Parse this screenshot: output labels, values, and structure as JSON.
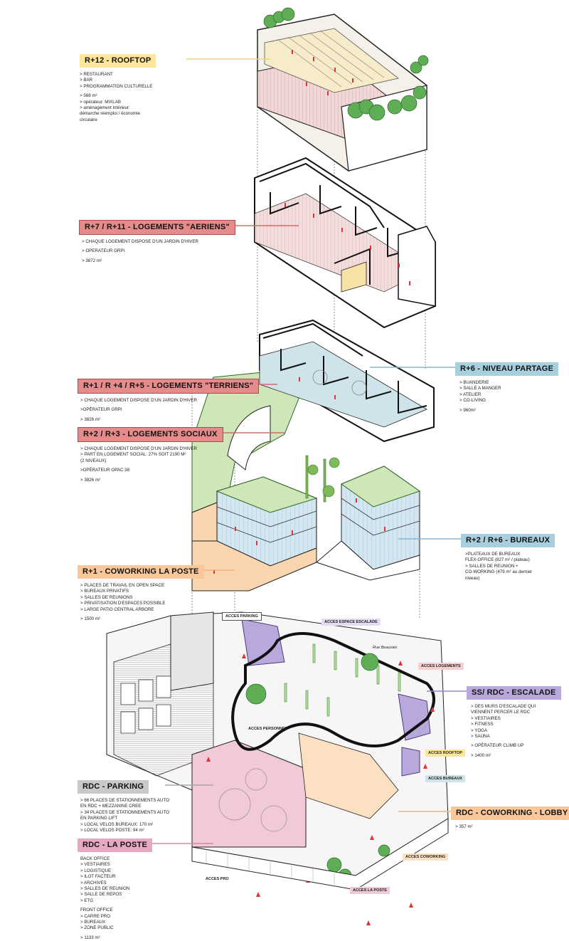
{
  "rooftop": {
    "title": "R+12 - ROOFTOP",
    "lines": [
      "> RESTAURANT",
      "> BAR",
      "> PROGRAMMATION CULTURELLE",
      "",
      "> 568 m²",
      "> opérateur: MIXLAB",
      "> aménagement intérieur:",
      "démarche réemploi / économie",
      "circulaire"
    ],
    "color": "#fde59a"
  },
  "logements_aeriens": {
    "title": "R+7 / R+11 - LOGEMENTS \"AERIENS\"",
    "lines": [
      "> CHAQUE LOGEMENT DISPOSE D'UN JARDIN D'HIVER",
      "",
      "> OPERATEUR GRPI",
      "",
      "> 3872 m²"
    ],
    "color": "#e58b8b"
  },
  "niveau_partage": {
    "title": "R+6 - NIVEAU PARTAGE",
    "lines": [
      "> BUANDERIE",
      "> SALLE A MANGER",
      "> ATELIER",
      "> CO-LIVING",
      "",
      "> 960m²"
    ],
    "color": "#a8cfde"
  },
  "logements_terriens": {
    "title": "R+1 / R +4 / R+5 - LOGEMENTS \"TERRIENS\"",
    "lines": [
      "> CHAQUE LOGEMENT DISPOSE D'UN JARDIN D'HIVER",
      "",
      ">OPÉRATEUR GRPI",
      "",
      "> 3826 m²"
    ],
    "color": "#e58b8b"
  },
  "logements_sociaux": {
    "title": "R+2 / R+3 - LOGEMENTS SOCIAUX",
    "lines": [
      "> CHAQUE LOGEMENT DISPOSE D'UN JARDIN D'HIVER",
      "> PART EN LOGEMENT SOCIAL: 27% SOIT 2190 M²",
      "(2 NIVEAUX)",
      "",
      ">OPÉRATEUR OPAC 38",
      "",
      "> 3826 m²"
    ],
    "color": "#e58b8b"
  },
  "bureaux": {
    "title": "R+2 / R+6 - BUREAUX",
    "lines": [
      ">PLATEAUX DE BUREAUX",
      "FLEX-OFFICE (827 m² / plateau)",
      "> SALLES DE REUNION +",
      "CO-WORKING (479 m² au dernier",
      "niveau)"
    ],
    "color": "#a8cfde"
  },
  "coworking_poste": {
    "title": "R+1 - COWORKING LA POSTE",
    "lines": [
      "> PLACES DE TRAVAIL EN OPEN SPACE",
      "> BUREAUX PRIVATIFS",
      "> SALLES DE REUNIONS",
      "> PRIVATISATION D'ESPACES POSSIBLE",
      "> LARGE PATIO CENTRAL ARBORE",
      "",
      "> 1500 m²"
    ],
    "color": "#f9c79a"
  },
  "escalade": {
    "title": "SS/ RDC - ESCALADE",
    "lines": [
      "> DES MURS D'ESCALADE QUI",
      "VIENNENT PERCER LE RDC",
      "> VESTIAIRES",
      "> FITNESS",
      "> YOGA",
      "> SAUNA",
      "",
      "> OPÉRATEUR CLIMB UP",
      "",
      "> 1400 m²"
    ],
    "color": "#b9a8dc"
  },
  "parking": {
    "title": "RDC - PARKING",
    "lines": [
      "> 66 PLACES DE STATIONNEMENTS AUTO",
      "EN RDC + MEZZANINE CREE",
      "> 34 PLACES DE STATIONNEMENTS AUTO",
      "EN PARKING LIFT",
      "> LOCAL VELOS BUREAUX: 170 m²",
      "> LOCAL VELOS POSTE: 94 m²"
    ],
    "color": "#c9c9c9"
  },
  "coworking_lobby": {
    "title": "RDC - COWORKING - LOBBY",
    "lines": [
      "> 357 m²"
    ],
    "color": "#f9c79a"
  },
  "la_poste": {
    "title": "RDC - LA POSTE",
    "lines": [
      "BACK OFFICE",
      "> VESTIAIRES",
      "> LOGISTIQUE",
      "> ILOT FACTEUR",
      "> ARCHIVES",
      "> SALLES DE REUNION",
      "> SALLE DE REPOS",
      "> ETG",
      "",
      "FRONT OFFICE",
      "> CARRE PRO",
      "> BUREAUX",
      "> ZONE PUBLIC",
      "",
      "> 1133 m²"
    ],
    "color": "#e7a9c1"
  },
  "plan_labels": {
    "acces_parking": "ACCES PARKING",
    "acces_escalade": "ACCES ESPACE ESCALADE",
    "rue": "Rue Beauvais",
    "acces_logements": "ACCES LOGEMENTS",
    "acces_personnel": "ACCES PERSONNEL",
    "acces_rooftop": "ACCES ROOFTOP",
    "acces_bureaux": "ACCES BUREAUX",
    "acces_coworking": "ACCES COWORKING",
    "acces_pro": "ACCES PRO",
    "acces_la_poste": "ACCES LA POSTE"
  }
}
